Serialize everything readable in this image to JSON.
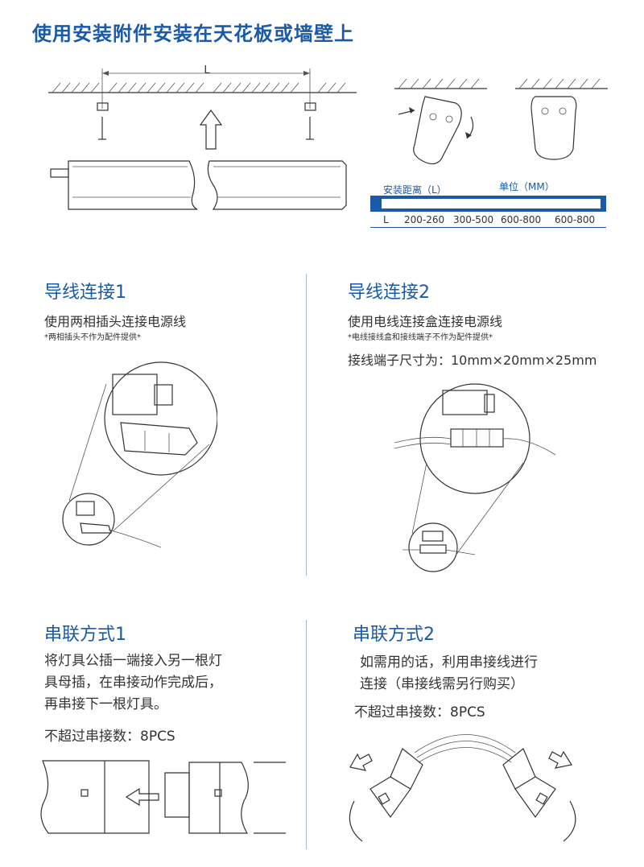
{
  "header": {
    "title": "使用安装附件安装在天花板或墙壁上",
    "dimension_label": "L"
  },
  "install_table": {
    "label_distance": "安装距离（L）",
    "label_unit": "单位（MM）",
    "row_label": "L",
    "values": [
      "200-260",
      "300-500",
      "600-800",
      "600-800"
    ]
  },
  "sections": {
    "wire1": {
      "title": "导线连接1",
      "subtitle": "使用两相插头连接电源线",
      "note": "*两相插头不作为配件提供*"
    },
    "wire2": {
      "title": "导线连接2",
      "subtitle": "使用电线连接盒连接电源线",
      "note": "*电线接线盒和接线端子不作为配件提供*",
      "size": "接线端子尺寸为：10mm×20mm×25mm"
    },
    "series1": {
      "title": "串联方式1",
      "lines": [
        "将灯具公插一端接入另一根灯",
        "具母插，在串接动作完成后，",
        "再串接下一根灯具。"
      ],
      "max": "不超过串接数：8PCS"
    },
    "series2": {
      "title": "串联方式2",
      "lines": [
        "如需用的话，利用串接线进行",
        "连接（串接线需另行购买）"
      ],
      "max": "不超过串接数：8PCS"
    }
  },
  "colors": {
    "accent": "#1a5aa8",
    "divider": "#9fb9d8"
  }
}
